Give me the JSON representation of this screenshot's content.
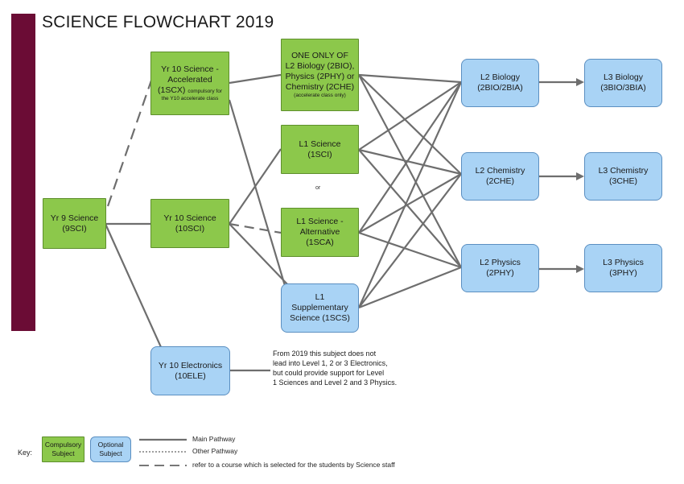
{
  "title": "SCIENCE FLOWCHART 2019",
  "nodes": {
    "yr9": {
      "l1": "Yr 9 Science",
      "l2": "(9SCI)"
    },
    "scx": {
      "l1": "Yr 10 Science -",
      "l2": "Accelerated",
      "l3": "(1SCX)",
      "l3b": "compulsory for",
      "l4": "the Y10 accelerate class"
    },
    "sci10": {
      "l1": "Yr 10 Science",
      "l2": "(10SCI)"
    },
    "ele": {
      "l1": "Yr 10 Electronics",
      "l2": "(10ELE)"
    },
    "oneonly": {
      "l1": "ONE ONLY OF",
      "l2": "L2 Biology (2BIO),",
      "l3": "Physics (2PHY) or",
      "l4": "Chemistry (2CHE)",
      "l5": "(accelerate class only)"
    },
    "l1sci": {
      "l1": "L1 Science",
      "l2": "(1SCI)"
    },
    "l1sca": {
      "l1": "L1 Science -",
      "l2": "Alternative",
      "l3": "(1SCA)"
    },
    "l1scs": {
      "l1": "L1",
      "l2": "Supplementary",
      "l3": "Science (1SCS)"
    },
    "l2bio": {
      "l1": "L2 Biology",
      "l2": "(2BIO/2BIA)"
    },
    "l2che": {
      "l1": "L2 Chemistry",
      "l2": "(2CHE)"
    },
    "l2phy": {
      "l1": "L2 Physics",
      "l2": "(2PHY)"
    },
    "l3bio": {
      "l1": "L3 Biology",
      "l2": "(3BIO/3BIA)"
    },
    "l3che": {
      "l1": "L3 Chemistry",
      "l2": "(3CHE)"
    },
    "l3phy": {
      "l1": "L3 Physics",
      "l2": "(3PHY)"
    }
  },
  "or_text": "or",
  "note": {
    "l1": "From 2019 this subject does not",
    "l2": "lead into Level 1, 2 or 3 Electronics,",
    "l3": "but could provide support for Level",
    "l4": "1 Sciences and Level 2 and 3 Physics."
  },
  "key": {
    "label": "Key:",
    "compulsory": {
      "l1": "Compulsory",
      "l2": "Subject"
    },
    "optional": {
      "l1": "Optional",
      "l2": "Subject"
    },
    "main": "Main Pathway",
    "other": "Other Pathway",
    "selected": "refer to a course which is selected for the students by Science staff"
  },
  "colors": {
    "sidebar": "#6b0c35",
    "compulsory": "#8cc84b",
    "optional": "#a9d3f5",
    "line": "#6e6e6e"
  }
}
